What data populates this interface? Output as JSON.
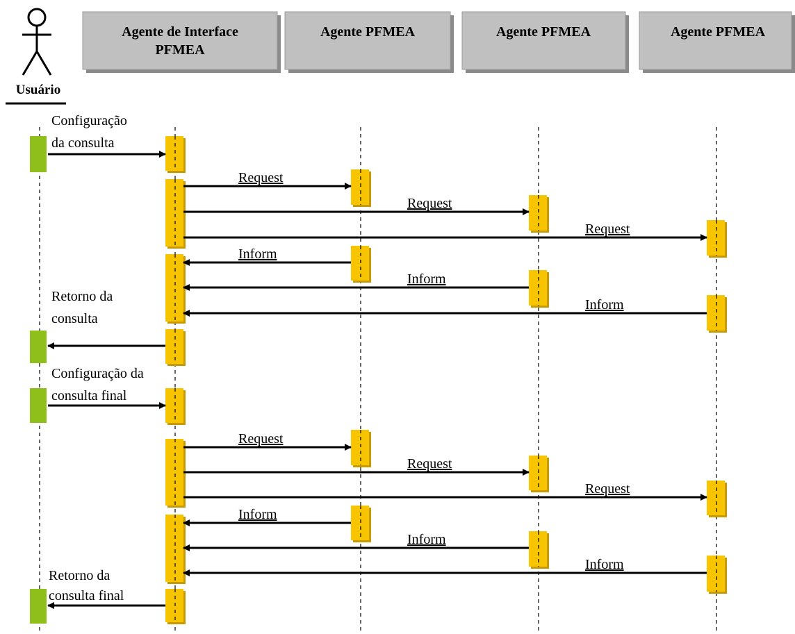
{
  "colors": {
    "header_fill": "#c0c0c0",
    "header_shadow": "#8a8a8a",
    "user_activation": "#8fbf1a",
    "agent_activation": "#f7c400",
    "agent_activation_shadow": "#c99a00",
    "line": "#000000"
  },
  "actor": {
    "label": "Usuário",
    "icon": "stick-figure-icon"
  },
  "participants": [
    {
      "id": "interface",
      "label_lines": [
        "Agente de Interface",
        "PFMEA"
      ]
    },
    {
      "id": "pfmea1",
      "label_lines": [
        "Agente PFMEA"
      ]
    },
    {
      "id": "pfmea2",
      "label_lines": [
        "Agente PFMEA"
      ]
    },
    {
      "id": "pfmea3",
      "label_lines": [
        "Agente PFMEA"
      ]
    }
  ],
  "notes": [
    {
      "lines": [
        "Configuração",
        "da consulta"
      ]
    },
    {
      "lines": [
        "Retorno da",
        "consulta"
      ]
    },
    {
      "lines": [
        "Configuração da",
        "consulta final"
      ]
    },
    {
      "lines": [
        "Retorno da",
        "consulta final"
      ]
    }
  ],
  "messages": [
    {
      "label": "",
      "from": "user",
      "to": "interface"
    },
    {
      "label": "Request",
      "from": "interface",
      "to": "pfmea1"
    },
    {
      "label": "Request",
      "from": "interface",
      "to": "pfmea2"
    },
    {
      "label": "Request",
      "from": "interface",
      "to": "pfmea3"
    },
    {
      "label": "Inform",
      "from": "pfmea1",
      "to": "interface"
    },
    {
      "label": "Inform",
      "from": "pfmea2",
      "to": "interface"
    },
    {
      "label": "Inform",
      "from": "pfmea3",
      "to": "interface"
    },
    {
      "label": "",
      "from": "interface",
      "to": "user"
    },
    {
      "label": "",
      "from": "user",
      "to": "interface"
    },
    {
      "label": "Request",
      "from": "interface",
      "to": "pfmea1"
    },
    {
      "label": "Request",
      "from": "interface",
      "to": "pfmea2"
    },
    {
      "label": "Request",
      "from": "interface",
      "to": "pfmea3"
    },
    {
      "label": "Inform",
      "from": "pfmea1",
      "to": "interface"
    },
    {
      "label": "Inform",
      "from": "pfmea2",
      "to": "interface"
    },
    {
      "label": "Inform",
      "from": "pfmea3",
      "to": "interface"
    },
    {
      "label": "",
      "from": "interface",
      "to": "user"
    }
  ]
}
